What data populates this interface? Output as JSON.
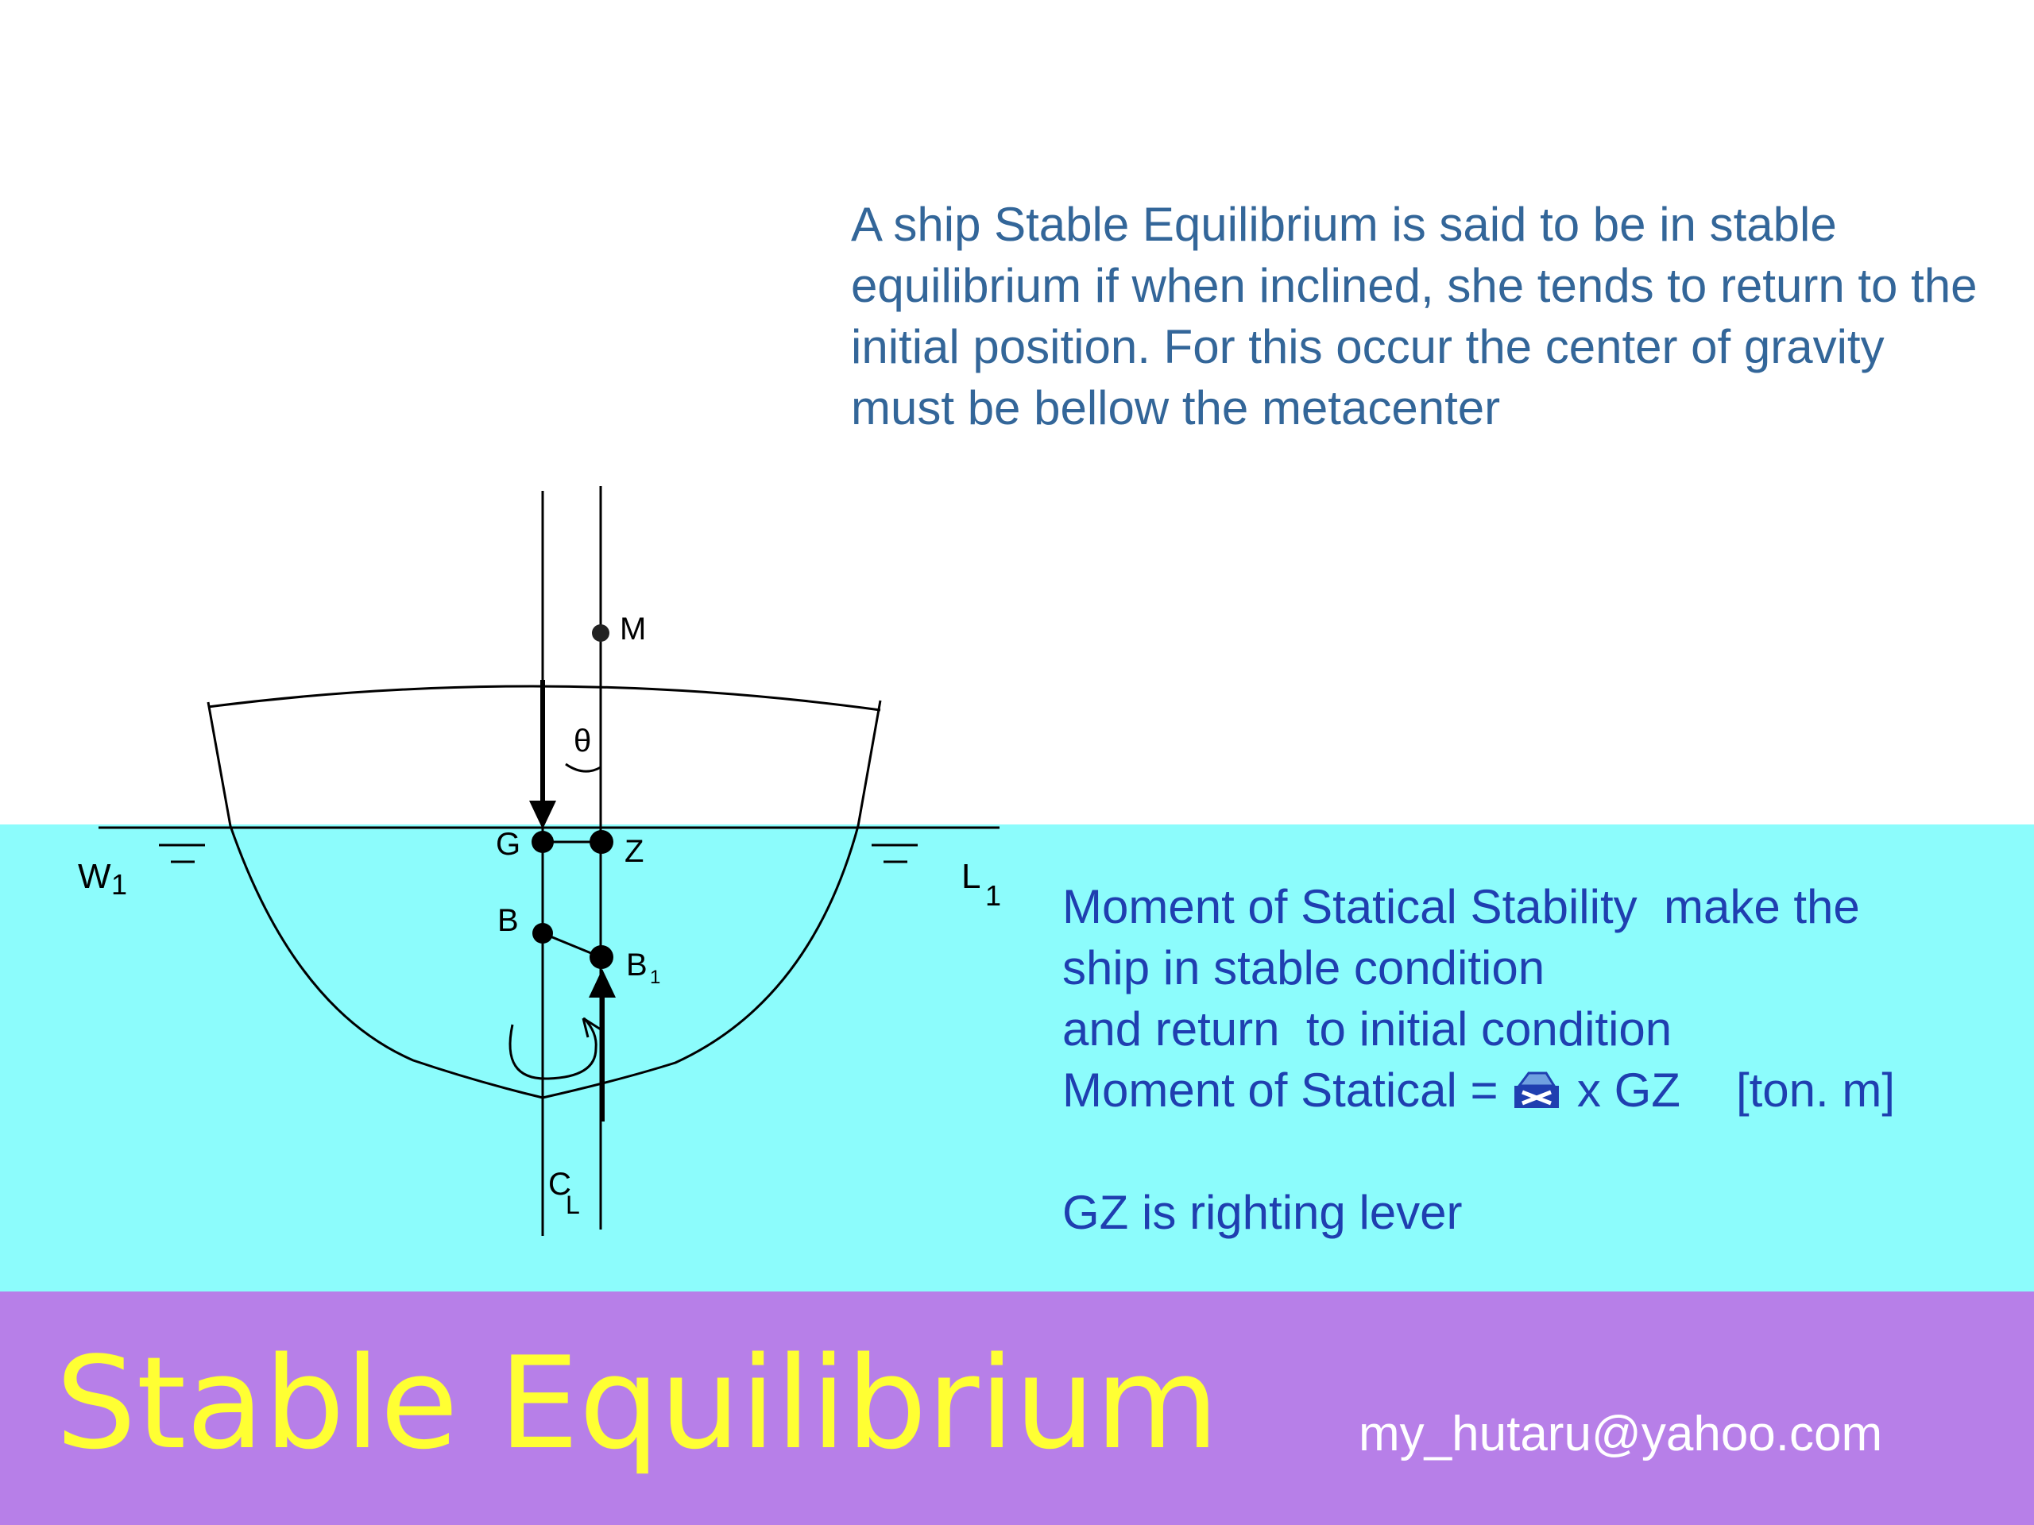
{
  "intro_text": "A ship Stable Equilibrium is said to be in stable equilibrium if when inclined, she tends to return to the initial position. For this occur the center of gravity must be bellow the metacenter",
  "diagram": {
    "label_m": "M",
    "label_g": "G",
    "label_z": "Z",
    "label_b": "B",
    "label_b1": "B",
    "label_b1_sub": "1",
    "label_w": "W",
    "label_w_sub": "1",
    "label_l": "L",
    "label_l_sub": "1",
    "label_c": "C",
    "label_c_sub": "L",
    "angle_symbol": "θ"
  },
  "moment": {
    "line1": "Moment of Statical Stability  make the",
    "line2": "ship in stable condition",
    "line3": "and return  to initial condition",
    "formula_prefix": "Moment of Statical = ",
    "weight_icon": "displacement-symbol-icon",
    "formula_mid": " x GZ",
    "formula_unit": "[ton. m]",
    "gz_note": "GZ is righting lever"
  },
  "footer": {
    "title": "Stable Equilibrium",
    "email": "my_hutaru@yahoo.com"
  },
  "colors": {
    "water": "#8cfcfc",
    "footer": "#b77fe8",
    "title": "#ffff33",
    "intro_text": "#336699",
    "moment_text": "#1f3fb0"
  }
}
